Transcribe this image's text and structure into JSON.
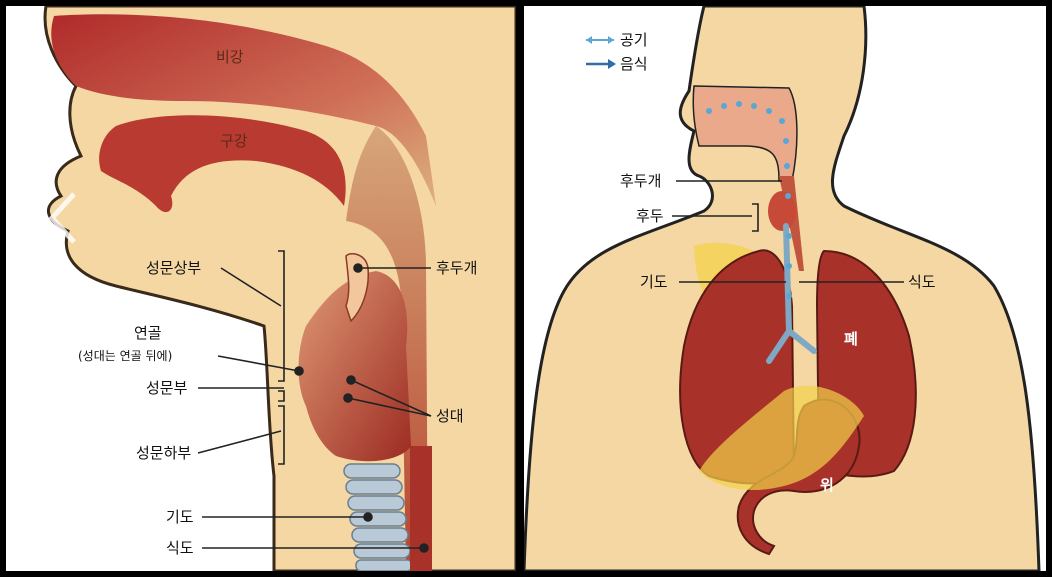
{
  "left_diagram": {
    "labels": {
      "nasal_cavity": "비강",
      "oral_cavity": "구강",
      "supraglottis": "성문상부",
      "epiglottis": "후두개",
      "cartilage": "연골",
      "cartilage_note": "(성대는 연골 뒤에)",
      "glottis": "성문부",
      "vocal_cords": "성대",
      "subglottis": "성문하부",
      "trachea": "기도",
      "esophagus": "식도"
    }
  },
  "right_diagram": {
    "legend": {
      "air": "공기",
      "food": "음식"
    },
    "labels": {
      "epiglottis": "후두개",
      "larynx": "후두",
      "trachea": "기도",
      "esophagus": "식도",
      "lung": "폐",
      "stomach": "위"
    }
  },
  "colors": {
    "skin": "#f5d7a3",
    "tissue_dark": "#a8322a",
    "tissue_light": "#d98a6a",
    "air_arrow": "#5aa7d6",
    "food_arrow": "#2f6da8",
    "trachea_rings": "#b9c9d6",
    "highlight": "#f3d24a"
  },
  "navigation": {
    "prev_icon": "chevron-left-icon",
    "next_icon": "chevron-right-icon"
  }
}
